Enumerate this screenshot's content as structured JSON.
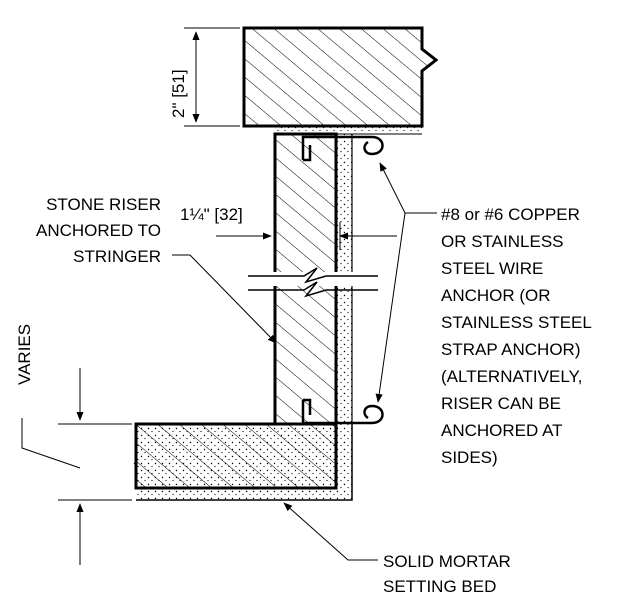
{
  "labels": {
    "dim_tread": "2\" [51]",
    "dim_riser_thickness": "1¼\" [32]",
    "stone_riser": [
      "STONE RISER",
      "ANCHORED TO",
      "STRINGER"
    ],
    "wire_anchor": [
      "#8 or #6 COPPER",
      "OR STAINLESS",
      "STEEL WIRE",
      "ANCHOR (OR",
      "STAINLESS STEEL",
      "STRAP ANCHOR)",
      "(ALTERNATIVELY,",
      "RISER CAN BE",
      "ANCHORED AT",
      "SIDES)"
    ],
    "varies": "VARIES",
    "mortar_bed": [
      "SOLID MORTAR",
      "SETTING BED"
    ]
  }
}
